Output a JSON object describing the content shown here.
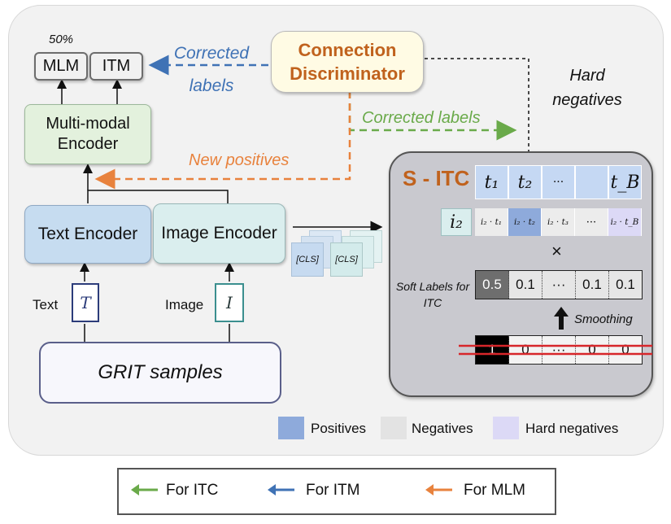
{
  "top": {
    "fifty": "50%",
    "mlm": "MLM",
    "itm": "ITM",
    "multimodal": "Multi-modal Encoder",
    "connection": "Connection Discriminator",
    "corrected_labels_blue": "Corrected labels",
    "hard_negatives": "Hard negatives",
    "corrected_labels_green": "Corrected labels",
    "new_positives": "New positives"
  },
  "encoders": {
    "text": "Text Encoder",
    "image": "Image Encoder",
    "cls_1": "[CLS]",
    "cls_2": "[CLS]"
  },
  "inputs": {
    "text_label": "Text",
    "text_symbol": "T",
    "image_label": "Image",
    "image_symbol": "I",
    "grit": "GRIT samples"
  },
  "sitc": {
    "title": "S - ITC",
    "t_cells": [
      "t₁",
      "t₂",
      "···",
      "",
      "t_B"
    ],
    "i_label": "i₂",
    "i_cells": [
      "i₂ · t₁",
      "i₂ · t₂",
      "i₂ · t₃",
      "···",
      "i₂ · t_B"
    ],
    "times": "×",
    "soft_labels": "Soft Labels for ITC",
    "soft_values": [
      "0.5",
      "0.1",
      "···",
      "0.1",
      "0.1"
    ],
    "smoothing": "Smoothing",
    "hard_values": [
      "1",
      "0",
      "···",
      "0",
      "0"
    ]
  },
  "legend": {
    "positives": "Positives",
    "negatives": "Negatives",
    "hard_negatives": "Hard negatives",
    "positives_color": "#8eaadb",
    "negatives_color": "#e3e3e3",
    "hard_negatives_color": "#dcd9f6"
  },
  "bottom_legend": {
    "itc": "For ITC",
    "itm": "For ITM",
    "mlm": "For MLM",
    "itc_color": "#6aaa4a",
    "itm_color": "#3f72b5",
    "mlm_color": "#e8823d"
  }
}
